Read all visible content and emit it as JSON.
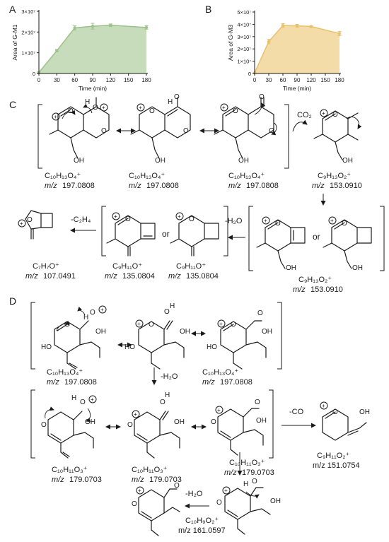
{
  "panels": {
    "a": "A",
    "b": "B",
    "c": "C",
    "d": "D"
  },
  "chart_data": [
    {
      "type": "area",
      "x": [
        0,
        30,
        60,
        90,
        120,
        180
      ],
      "values": [
        0.05,
        1.1,
        2.2,
        2.28,
        2.33,
        2.22
      ],
      "errors": [
        0.02,
        0.06,
        0.1,
        0.14,
        0.06,
        0.08
      ],
      "xlabel": "Time (min)",
      "ylabel": "Area of G-M1",
      "xticks": [
        "0",
        "30",
        "60",
        "90",
        "120",
        "150",
        "180"
      ],
      "yticks": [
        "0",
        "1×10⁷",
        "2×10⁷",
        "3×10⁷"
      ],
      "xlim": [
        0,
        180
      ],
      "ylim": [
        0,
        3
      ],
      "color": "#9cc18b",
      "fill": "#c7dcbb"
    },
    {
      "type": "area",
      "x": [
        0,
        30,
        60,
        90,
        120,
        180
      ],
      "values": [
        0.05,
        2.6,
        3.9,
        3.88,
        3.82,
        3.25
      ],
      "errors": [
        0.02,
        0.18,
        0.15,
        0.12,
        0.06,
        0.18
      ],
      "xlabel": "Time (min)",
      "ylabel": "Area of G-M3",
      "xticks": [
        "0",
        "30",
        "60",
        "90",
        "120",
        "150",
        "180"
      ],
      "yticks": [
        "0",
        "1×10⁷",
        "2×10⁷",
        "3×10⁷",
        "4×10⁷",
        "5×10⁷"
      ],
      "xlim": [
        0,
        180
      ],
      "ylim": [
        0,
        5
      ],
      "color": "#e9c06b",
      "fill": "#f3dca8"
    }
  ],
  "scheme_c": {
    "f1": "C₁₀H₁₃O₄⁺",
    "m1": "m/z",
    "v1": "197.0808",
    "f2": "C₁₀H₁₃O₄⁺",
    "m2": "m/z",
    "v2": "197.0808",
    "f3": "C₁₀H₁₃O₄⁺",
    "m3": "m/z",
    "v3": "197.0808",
    "co2": "CO₂",
    "f4": "C₉H₁₃O₂⁺",
    "m4": "m/z",
    "v4": "153.0910",
    "f5": "C₉H₁₃O₂⁺",
    "m5": "m/z",
    "v5": "153.0910",
    "or1": "or",
    "minus_h2o": "-H₂O",
    "f6": "C₉H₁₁O⁺",
    "m6": "m/z",
    "v6": "135.0804",
    "f7": "C₉H₁₁O⁺",
    "m7": "m/z",
    "v7": "135.0804",
    "or2": "or",
    "minus_c2h4": "-C₂H₄",
    "f8": "C₇H₇O⁺",
    "m8": "m/z",
    "v8": "107.0491"
  },
  "scheme_d": {
    "f1": "C₁₀H₁₃O₄⁺",
    "m1": "m/z",
    "v1": "197.0808",
    "f2": "C₁₀H₁₃O₄⁺",
    "m2": "m/z",
    "v2": "197.0808",
    "minus_h2o": "-H₂O",
    "f3": "C₁₀H₁₁O₃⁺",
    "m3": "m/z",
    "v3": "179.0703",
    "f4": "C₁₀H₁₁O₃⁺",
    "m4": "m/z",
    "v4": "179.0703",
    "f5": "C₁₀H₁₁O₃⁺",
    "m5": "m/z",
    "v5": "179.0703",
    "minus_co": "-CO",
    "f6": "C₉H₁₁O₂⁺",
    "m6": "m/z 151.0754",
    "minus_h2o_2": "-H₂O",
    "f7": "C₁₀H₉O₂⁺",
    "m7": "m/z 161.0597"
  }
}
